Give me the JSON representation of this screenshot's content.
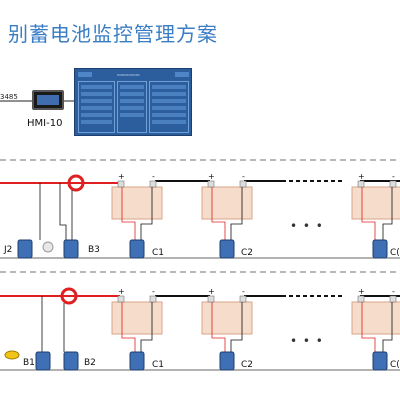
{
  "header": {
    "title": "别蓄电池监控管理方案"
  },
  "hmi": {
    "interface_label": "3485",
    "device_label": "HMI-10"
  },
  "top_string": {
    "labels": {
      "j2": "J2",
      "b3": "B3",
      "c1": "C1",
      "c2": "C2",
      "cn": "C("
    },
    "terminals": {
      "plus": "+",
      "minus": "-"
    },
    "ellipsis": "• • •"
  },
  "bottom_string": {
    "labels": {
      "b1": "B1",
      "b2": "B2",
      "c1": "C1",
      "c2": "C2",
      "cn": "C("
    },
    "terminals": {
      "plus": "+",
      "minus": "-"
    },
    "ellipsis": "• • •"
  },
  "colors": {
    "title": "#3a7dc4",
    "positive_wire": "#e02020",
    "cell_fill": "#f6dccb",
    "cell_border": "#d9a58a",
    "sensor": "#3f6fb4",
    "hmi_screen": "#2c5d9c"
  }
}
